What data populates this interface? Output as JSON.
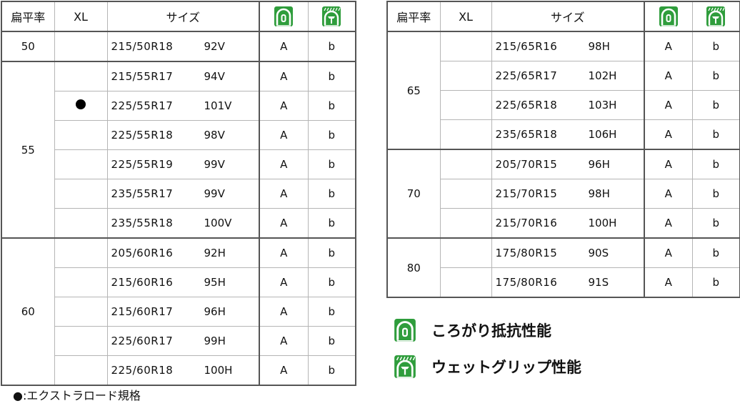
{
  "headers": {
    "aspect": "扁平率",
    "xl": "XL",
    "size": "サイズ"
  },
  "colors": {
    "icon_green": "#2f9d3c",
    "border_dark": "#555555",
    "border_light": "#b5b5b5"
  },
  "icons": {
    "rolling": "rolling-resistance-icon",
    "wet": "wet-grip-icon"
  },
  "left_table": {
    "groups": [
      {
        "aspect": "50",
        "rows": [
          {
            "xl": false,
            "size": "215/50R18",
            "load": "92V",
            "rolling": "A",
            "wet": "b"
          }
        ]
      },
      {
        "aspect": "55",
        "rows": [
          {
            "xl": false,
            "size": "215/55R17",
            "load": "94V",
            "rolling": "A",
            "wet": "b"
          },
          {
            "xl": true,
            "size": "225/55R17",
            "load": "101V",
            "rolling": "A",
            "wet": "b"
          },
          {
            "xl": false,
            "size": "225/55R18",
            "load": "98V",
            "rolling": "A",
            "wet": "b"
          },
          {
            "xl": false,
            "size": "225/55R19",
            "load": "99V",
            "rolling": "A",
            "wet": "b"
          },
          {
            "xl": false,
            "size": "235/55R17",
            "load": "99V",
            "rolling": "A",
            "wet": "b"
          },
          {
            "xl": false,
            "size": "235/55R18",
            "load": "100V",
            "rolling": "A",
            "wet": "b"
          }
        ]
      },
      {
        "aspect": "60",
        "rows": [
          {
            "xl": false,
            "size": "205/60R16",
            "load": "92H",
            "rolling": "A",
            "wet": "b"
          },
          {
            "xl": false,
            "size": "215/60R16",
            "load": "95H",
            "rolling": "A",
            "wet": "b"
          },
          {
            "xl": false,
            "size": "215/60R17",
            "load": "96H",
            "rolling": "A",
            "wet": "b"
          },
          {
            "xl": false,
            "size": "225/60R17",
            "load": "99H",
            "rolling": "A",
            "wet": "b"
          },
          {
            "xl": false,
            "size": "225/60R18",
            "load": "100H",
            "rolling": "A",
            "wet": "b"
          }
        ]
      }
    ]
  },
  "right_table": {
    "groups": [
      {
        "aspect": "65",
        "rows": [
          {
            "xl": false,
            "size": "215/65R16",
            "load": "98H",
            "rolling": "A",
            "wet": "b"
          },
          {
            "xl": false,
            "size": "225/65R17",
            "load": "102H",
            "rolling": "A",
            "wet": "b"
          },
          {
            "xl": false,
            "size": "225/65R18",
            "load": "103H",
            "rolling": "A",
            "wet": "b"
          },
          {
            "xl": false,
            "size": "235/65R18",
            "load": "106H",
            "rolling": "A",
            "wet": "b"
          }
        ]
      },
      {
        "aspect": "70",
        "rows": [
          {
            "xl": false,
            "size": "205/70R15",
            "load": "96H",
            "rolling": "A",
            "wet": "b"
          },
          {
            "xl": false,
            "size": "215/70R15",
            "load": "98H",
            "rolling": "A",
            "wet": "b"
          },
          {
            "xl": false,
            "size": "215/70R16",
            "load": "100H",
            "rolling": "A",
            "wet": "b"
          }
        ]
      },
      {
        "aspect": "80",
        "rows": [
          {
            "xl": false,
            "size": "175/80R15",
            "load": "90S",
            "rolling": "A",
            "wet": "b"
          },
          {
            "xl": false,
            "size": "175/80R16",
            "load": "91S",
            "rolling": "A",
            "wet": "b"
          }
        ]
      }
    ]
  },
  "legend": {
    "rolling_label": "ころがり抵抗性能",
    "wet_label": "ウェットグリップ性能"
  },
  "footnote": "●:エクストラロード規格"
}
